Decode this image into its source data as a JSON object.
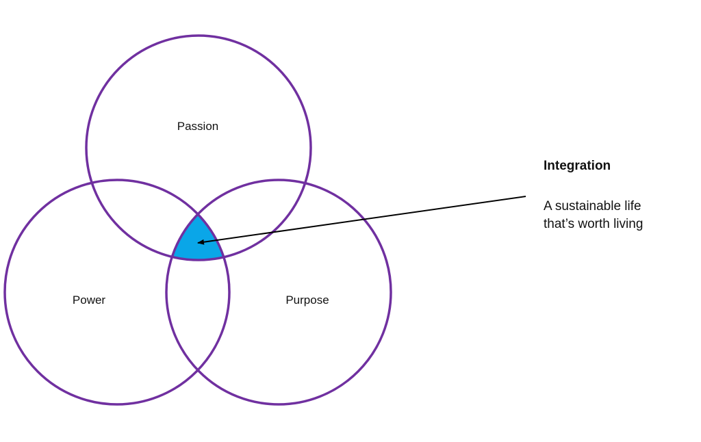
{
  "circles": [
    {
      "label": "Passion"
    },
    {
      "label": "Power"
    },
    {
      "label": "Purpose"
    }
  ],
  "callout": {
    "title": "Integration",
    "lines": [
      "A sustainable life",
      "that’s worth living"
    ]
  },
  "colors": {
    "stroke": "#7030A0",
    "fill": "#0AA6E8",
    "arrow": "#000000"
  }
}
